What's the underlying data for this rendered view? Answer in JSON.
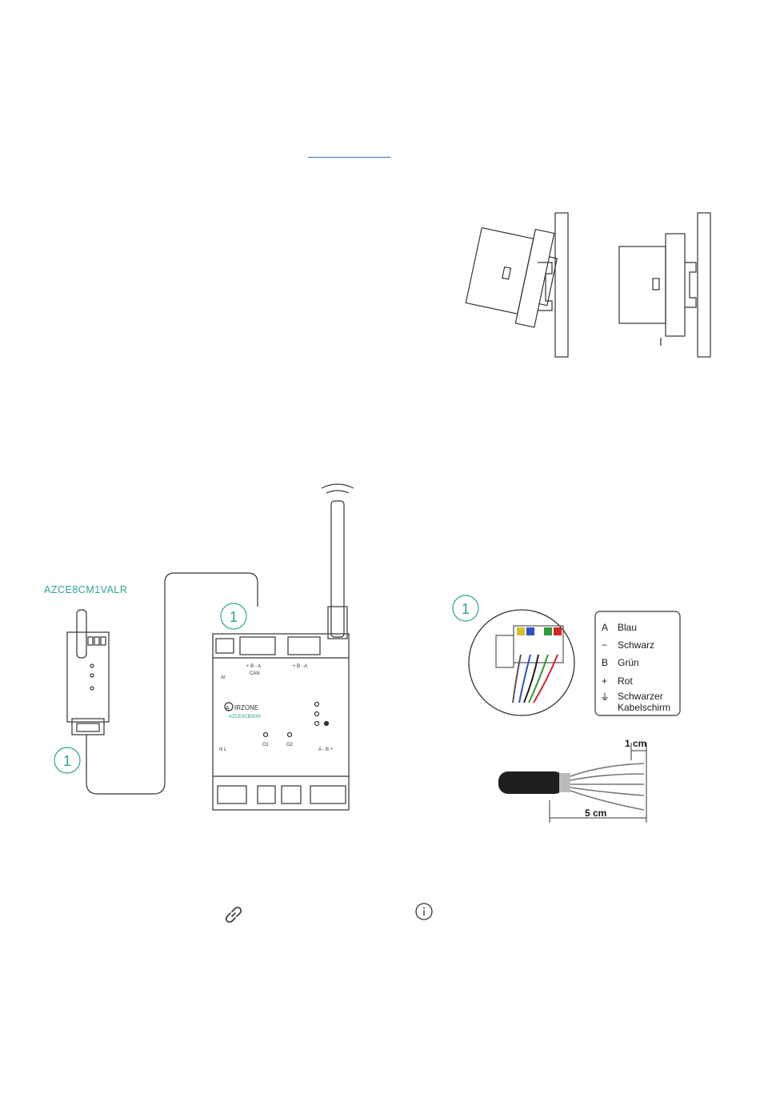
{
  "device_model_label": "AZCE8CM1VALR",
  "callout_number": "1",
  "base_board": {
    "brand": "IRZONE",
    "brand_initial": "A",
    "model": "AZCE8CBIDIN",
    "can_terminals": "+  B  -  A",
    "can_label": "CAN",
    "ai_label": "AI",
    "bus_terminals": "+  B  -  A",
    "power_terminals": "N   L",
    "o1_label": "O1",
    "o2_label": "O2",
    "fan_terminals": "A  -  B  +"
  },
  "wire_legend": [
    {
      "symbol": "A",
      "label": "Blau"
    },
    {
      "symbol": "−",
      "label": "Schwarz"
    },
    {
      "symbol": "B",
      "label": "Grün"
    },
    {
      "symbol": "+",
      "label": "Rot"
    },
    {
      "symbol": "⏚",
      "label": "Schwarzer"
    },
    {
      "symbol": "",
      "label": "Kabelschirm"
    }
  ],
  "cable_dimensions": {
    "strip_short": "1 cm",
    "strip_long": "5 cm"
  },
  "colors": {
    "accent_teal": "#2aa39a",
    "link_blue": "#2f6fb3",
    "wire_blue": "#2a52c8",
    "wire_green": "#2e9b3a",
    "wire_red": "#d2262a",
    "wire_black": "#222222"
  },
  "icons": [
    "link-icon",
    "info-icon"
  ]
}
